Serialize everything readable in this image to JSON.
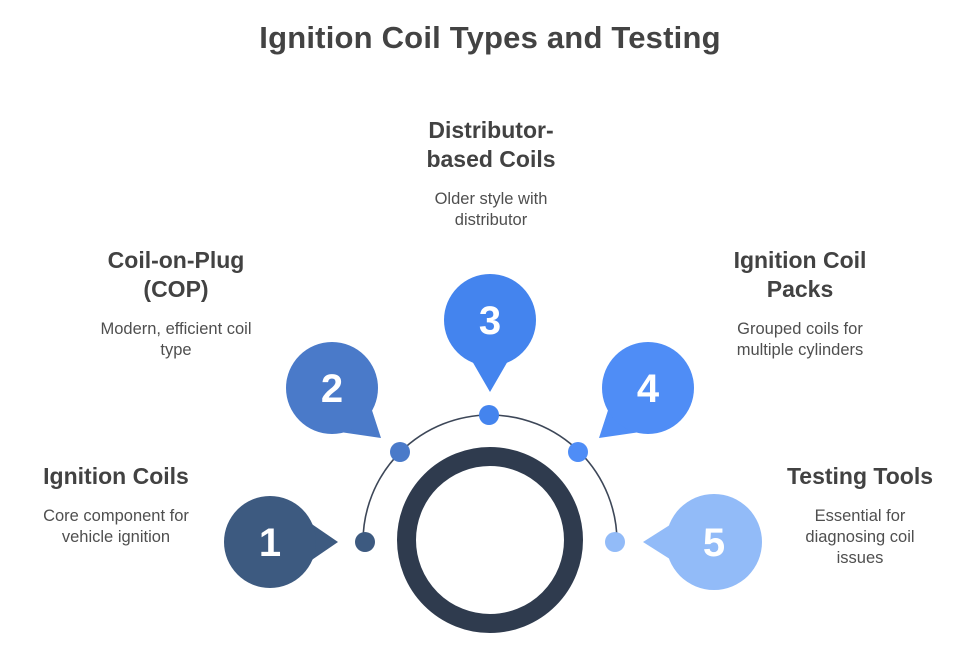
{
  "title": "Ignition Coil Types and Testing",
  "diagram": {
    "ring_color": "#2f3b4e",
    "arc_color": "#3d4758"
  },
  "items": [
    {
      "number": "1",
      "heading": "Ignition Coils",
      "description": "Core component for\nvehicle ignition",
      "color": "#3d5a80"
    },
    {
      "number": "2",
      "heading": "Coil-on-Plug\n(COP)",
      "description": "Modern, efficient coil\ntype",
      "color": "#4a7ac9"
    },
    {
      "number": "3",
      "heading": "Distributor-\nbased Coils",
      "description": "Older style with\ndistributor",
      "color": "#4484ee"
    },
    {
      "number": "4",
      "heading": "Ignition Coil\nPacks",
      "description": "Grouped coils for\nmultiple cylinders",
      "color": "#4f8df6"
    },
    {
      "number": "5",
      "heading": "Testing Tools",
      "description": "Essential for\ndiagnosing coil\nissues",
      "color": "#92bbf8"
    }
  ]
}
